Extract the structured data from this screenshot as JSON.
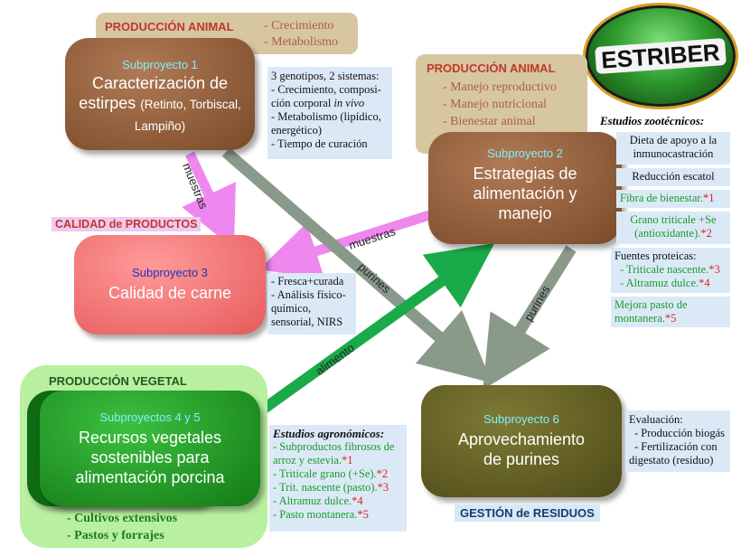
{
  "logo": {
    "text": "ESTRIBER"
  },
  "animal_prod_1": {
    "title": "PRODUCCIÓN ANIMAL",
    "items": [
      "- Crecimiento",
      "- Metabolismo"
    ]
  },
  "animal_prod_2": {
    "title": "PRODUCCIÓN ANIMAL",
    "items": [
      "- Manejo reproductivo",
      "- Manejo nutricional",
      "- Bienestar animal"
    ]
  },
  "calidad_label": "CALIDAD de PRODUCTOS",
  "vegetal_label": "PRODUCCIÓN VEGETAL",
  "vegetal_items": [
    "- Cultivos extensivos",
    "- Pastos y forrajes"
  ],
  "residuos_label": "GESTIÓN de RESIDUOS",
  "sp1": {
    "sub": "Subproyecto 1",
    "title": "Caracterización de estirpes",
    "detail": "(Retinto, Torbiscal, Lampiño)"
  },
  "sp2": {
    "sub": "Subproyecto 2",
    "title": "Estrategias de alimentación y manejo"
  },
  "sp3": {
    "sub": "Subproyecto 3",
    "title": "Calidad de carne"
  },
  "sp45": {
    "sub": "Subproyectos 4 y 5",
    "title": "Recursos vegetales sostenibles para alimentación porcina"
  },
  "sp6": {
    "sub": "Subproyecto 6",
    "title": "Aprovechamiento de purines"
  },
  "info1": {
    "l1": "3 genotipos, 2 sistemas:",
    "l2": "- Crecimiento, composi-",
    "l3a": "ción corporal ",
    "l3b": "in vivo",
    "l4": "- Metabolismo (lipídico,",
    "l5": "energético)",
    "l6": "- Tiempo de curación"
  },
  "info3": [
    "- Fresca+curada",
    "- Análisis físico-",
    "químico,",
    "sensorial, NIRS"
  ],
  "info6": [
    "Evaluación:",
    "- Producción biogás",
    "- Fertilización con",
    "digestato (residuo)"
  ],
  "zoo": {
    "title": "Estudios zootécnicos:",
    "b1": [
      "Dieta de apoyo a la",
      "inmunocastración"
    ],
    "b2": "Reducción escatol",
    "b3": {
      "text": "Fibra de bienestar.",
      "mark": "*1"
    },
    "b4": {
      "l1": "Grano triticale +Se",
      "l2": "(antioxidante).",
      "mark": "*2"
    },
    "b5": {
      "l1": "Fuentes proteicas:",
      "l2": "- Triticale nascente.",
      "m2": "*3",
      "l3": "- Altramuz dulce.",
      "m3": "*4"
    },
    "b6": {
      "l1": "Mejora pasto de",
      "l2": "montanera.",
      "mark": "*5"
    }
  },
  "agro": {
    "title": "Estudios agronómicos:",
    "r1": "- Subproductos fibrosos de",
    "r2": "arroz y estevia.",
    "m2": "*1",
    "r3": "- Triticale grano (+Se).",
    "m3": "*2",
    "r4": "- Trit. nascente (pasto).",
    "m4": "*3",
    "r5": "- Altramuz dulce.",
    "m5": "*4",
    "r6": "- Pasto montanera.",
    "m6": "*5"
  },
  "arrows": {
    "muestras1": "muestras",
    "muestras2": "muestras",
    "purines1": "purines",
    "purines2": "purines",
    "alimento": "alimento"
  },
  "colors": {
    "brown": "#8a5a3a",
    "pink": "#f07a7a",
    "green": "#1f8f1f",
    "olive": "#5e5a22",
    "arrow_pink": "#ee88ee",
    "arrow_gray": "#8a9a8a",
    "arrow_green": "#1aaa4a"
  }
}
